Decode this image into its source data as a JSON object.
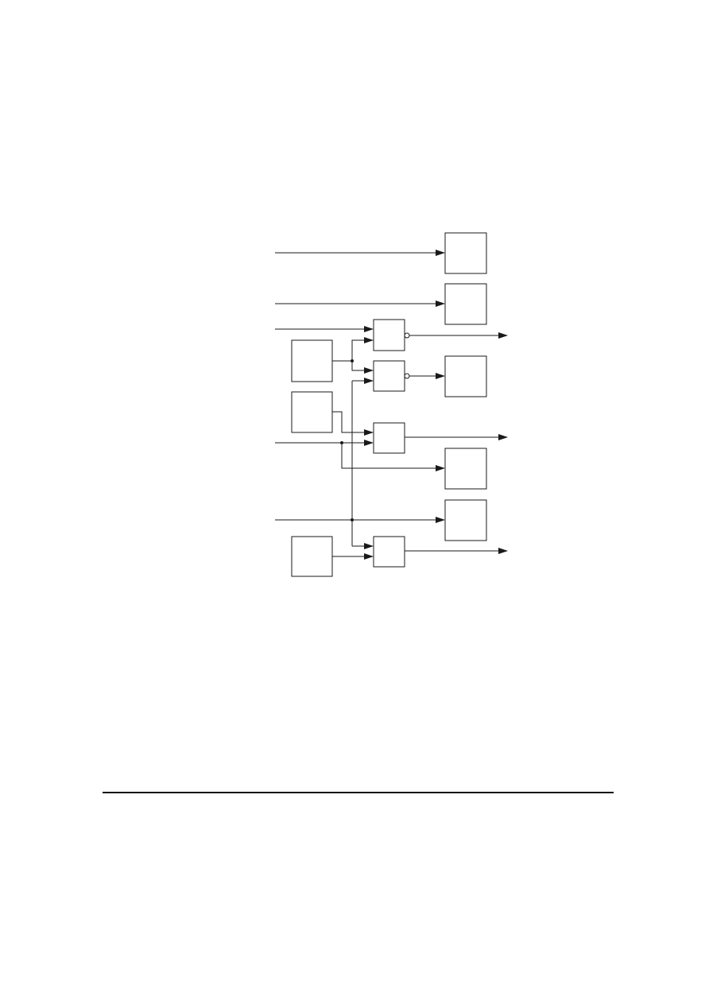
{
  "diagram": {
    "type": "logic-block-diagram",
    "style": {
      "line_color": "#1a1a1a",
      "background": "#ffffff"
    },
    "blocks": [
      {
        "id": "block-top-1"
      },
      {
        "id": "block-top-2"
      },
      {
        "id": "block-left-1"
      },
      {
        "id": "block-left-2"
      },
      {
        "id": "block-left-3"
      },
      {
        "id": "block-right-1"
      },
      {
        "id": "block-right-2"
      },
      {
        "id": "block-right-3"
      }
    ],
    "gates": [
      {
        "id": "gate-1",
        "inverted_output": true
      },
      {
        "id": "gate-2",
        "inverted_output": true
      },
      {
        "id": "gate-3",
        "inverted_output": false
      },
      {
        "id": "gate-4",
        "inverted_output": false
      }
    ],
    "edges": [
      {
        "from": "input-1",
        "to": "block-top-1"
      },
      {
        "from": "input-2",
        "to": "block-top-2"
      },
      {
        "from": "input-3",
        "to": "gate-1"
      },
      {
        "from": "block-left-1",
        "to": "gate-1"
      },
      {
        "from": "block-left-1",
        "to": "gate-2"
      },
      {
        "from": "bus-main",
        "to": "gate-2"
      },
      {
        "from": "gate-1",
        "to": "output-1"
      },
      {
        "from": "gate-2",
        "to": "block-right-1"
      },
      {
        "from": "block-left-2",
        "to": "gate-3"
      },
      {
        "from": "input-4",
        "to": "gate-3"
      },
      {
        "from": "input-4",
        "to": "block-right-2"
      },
      {
        "from": "gate-3",
        "to": "output-2"
      },
      {
        "from": "input-5",
        "to": "block-right-3"
      },
      {
        "from": "bus-main",
        "to": "gate-4"
      },
      {
        "from": "block-left-3",
        "to": "gate-4"
      },
      {
        "from": "gate-4",
        "to": "output-3"
      }
    ]
  }
}
